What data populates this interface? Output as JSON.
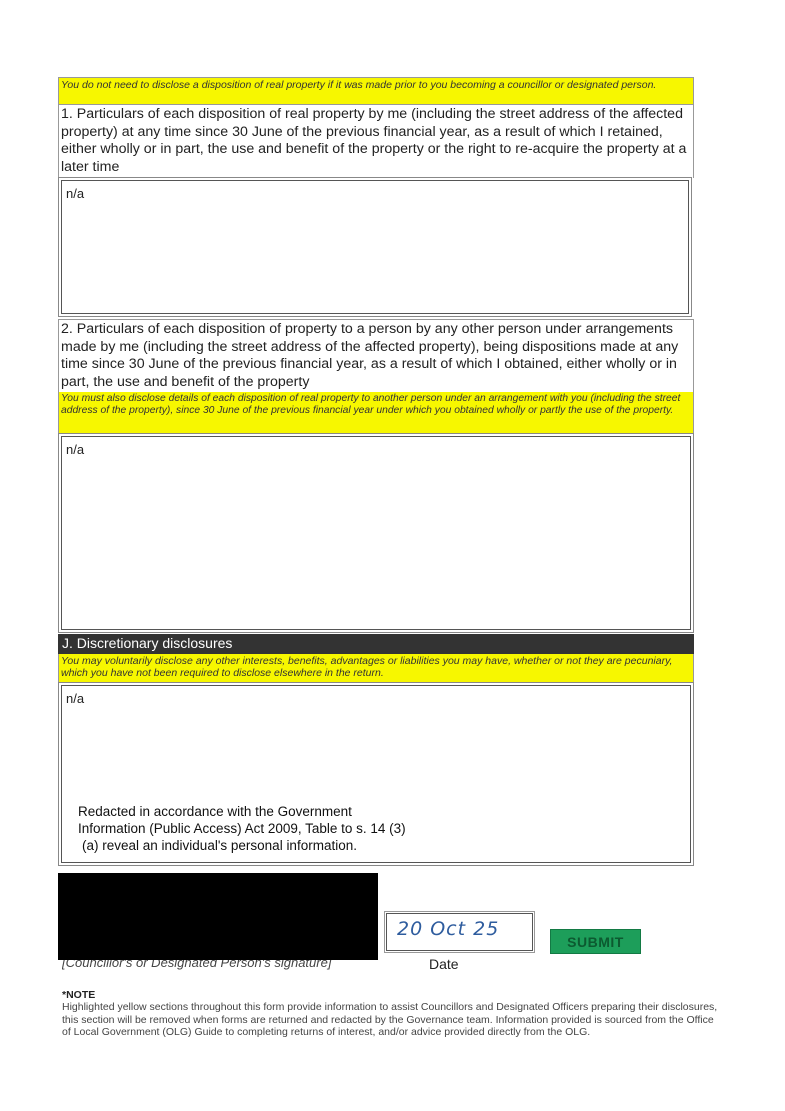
{
  "form": {
    "hint_disposition_prior": "You do not need to disclose a disposition of real property if it was made prior to you becoming a councillor or designated person.",
    "q1_text": "1. Particulars of each disposition of real property by me (including the street address of the affected property) at any time since 30 June of the previous financial year, as a result of which I retained, either wholly or in part, the use and benefit of the property or the right to re-acquire the property at a later time",
    "q1_answer": "n/a",
    "q2_text": "2. Particulars of each disposition of property to a person by any other person under arrangements made by me (including the street address of the affected property), being dispositions made at any time since 30 June of the previous financial year, as a result of which I obtained, either wholly or in part, the use and benefit of the property",
    "hint_q2": "You must also disclose details of each disposition of real property to another person under an arrangement with you (including the street address of the property), since 30 June of the previous financial year under which you obtained wholly or partly the use of the property.",
    "q2_answer": "n/a",
    "section_j_title": "J. Discretionary disclosures",
    "hint_section_j": "You may voluntarily disclose any other interests, benefits, advantages or liabilities you may have, whether or not they are pecuniary, which you have not been required to disclose elsewhere in the return.",
    "section_j_answer": "n/a",
    "redaction_line1": "Redacted in accordance with the Government",
    "redaction_line2": "Information (Public Access) Act 2009, Table to s. 14 (3)",
    "redaction_line3": "(a) reveal an individual's personal information."
  },
  "signature": {
    "label": "[Councillor's or Designated Person's signature]",
    "date_value": "20 Oct 25",
    "date_label": "Date",
    "submit_label": "SUBMIT"
  },
  "note": {
    "title": "*NOTE",
    "body": "Highlighted yellow sections throughout this form provide information to assist Councillors and Designated Officers preparing their disclosures, this section will be removed when forms are returned and redacted by the Governance team. Information provided is sourced from the Office of Local Government (OLG) Guide to completing returns of interest, and/or advice provided directly from the OLG."
  }
}
